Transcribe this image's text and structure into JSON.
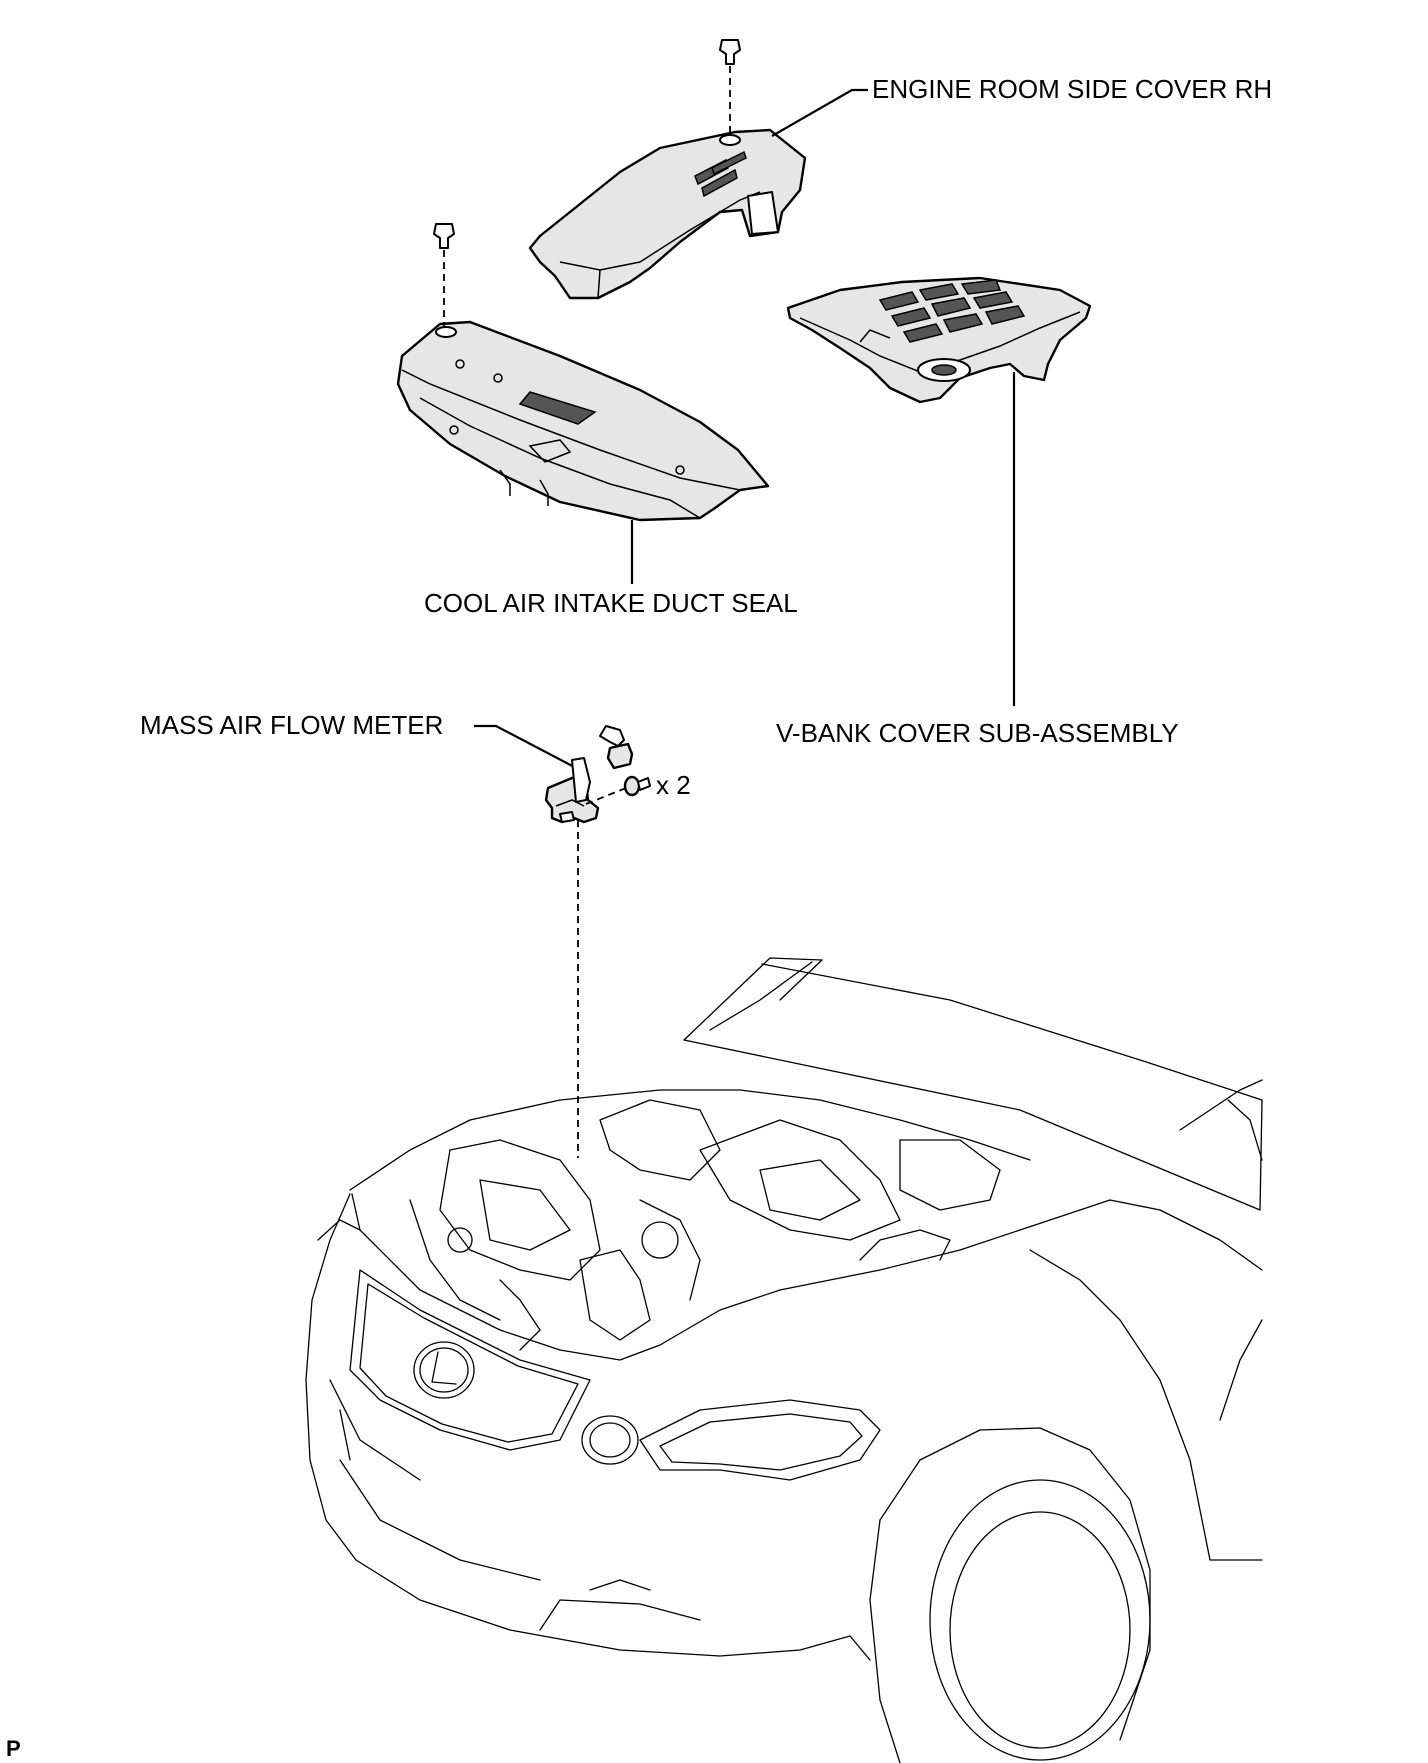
{
  "labels": {
    "engine_room_side_cover": "ENGINE ROOM SIDE COVER RH",
    "cool_air_intake_duct_seal": "COOL AIR INTAKE DUCT SEAL",
    "v_bank_cover": "V-BANK COVER SUB-ASSEMBLY",
    "mass_air_flow_meter": "MASS AIR FLOW METER",
    "screw_quantity": "x 2"
  },
  "corner_mark": "P"
}
